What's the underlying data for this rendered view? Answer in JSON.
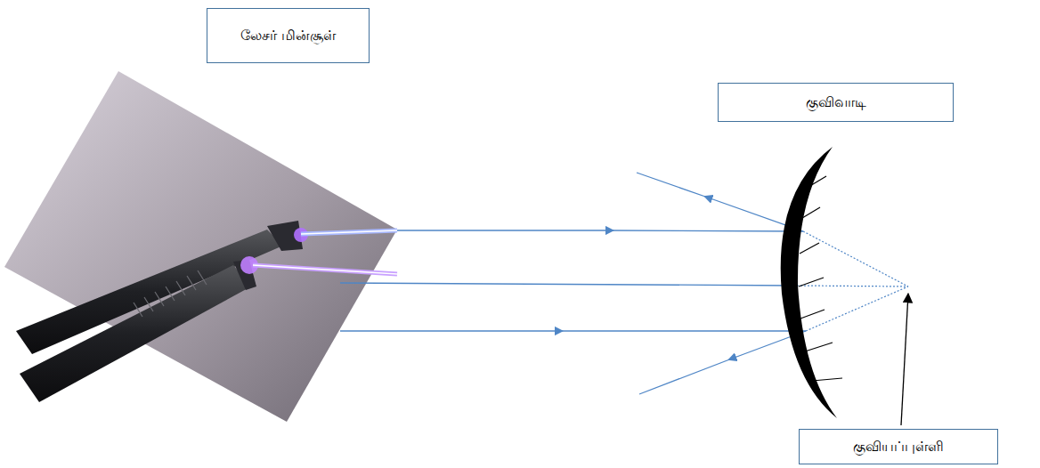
{
  "diagram": {
    "nodes": [
      {
        "text": [
          "லேசர் மின்சூள்"
        ]
      },
      {
        "text": [
          "குவிவாடி"
        ]
      },
      {
        "text": [
          "குவியப்புள்ளி"
        ]
      }
    ]
  }
}
